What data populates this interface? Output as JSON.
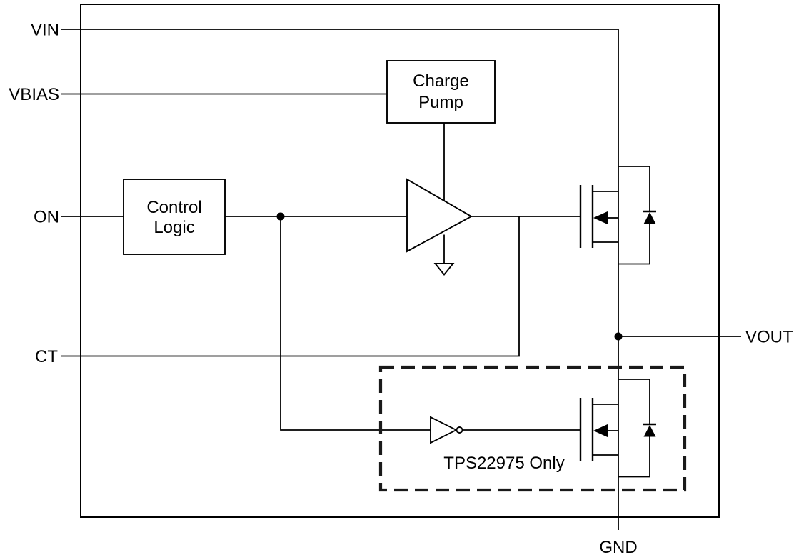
{
  "diagram": {
    "pins": {
      "vin": "VIN",
      "vbias": "VBIAS",
      "on": "ON",
      "ct": "CT",
      "vout": "VOUT",
      "gnd": "GND"
    },
    "blocks": {
      "charge_pump": {
        "line1": "Charge",
        "line2": "Pump"
      },
      "control_logic": {
        "line1": "Control",
        "line2": "Logic"
      }
    },
    "notes": {
      "dashed_region": "TPS22975 Only"
    },
    "colors": {
      "line": "#000000",
      "background": "#ffffff"
    }
  }
}
